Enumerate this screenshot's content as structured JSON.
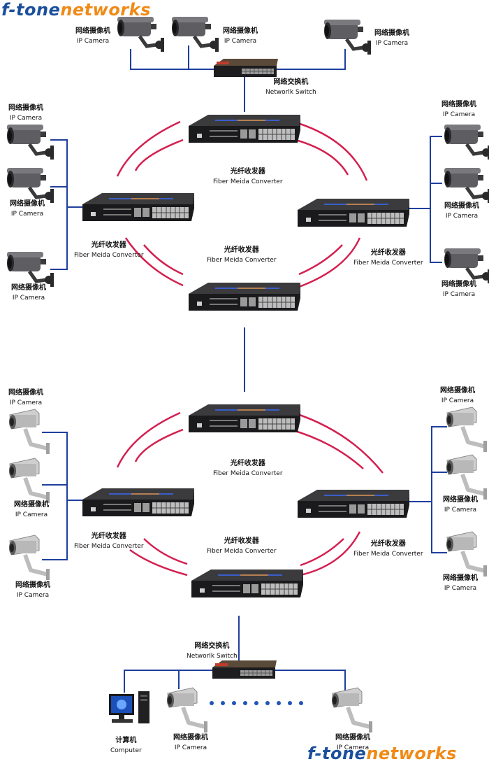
{
  "logo": {
    "part1": "f-tone",
    "part2": "networks"
  },
  "labels": {
    "ip_camera_cn": "网络摄像机",
    "ip_camera_en": "IP Camera",
    "network_switch_cn": "网络交换机",
    "network_switch_en": "Networlk Switch",
    "fiber_converter_cn": "光纤收发器",
    "fiber_converter_en": "Fiber Meida Converter",
    "computer_cn": "计算机",
    "computer_en": "Computer"
  },
  "colors": {
    "logo_blue": "#1b4f9c",
    "logo_orange": "#f08a16",
    "wire_blue": "#1f3f9e",
    "fiber_red": "#d42050"
  }
}
